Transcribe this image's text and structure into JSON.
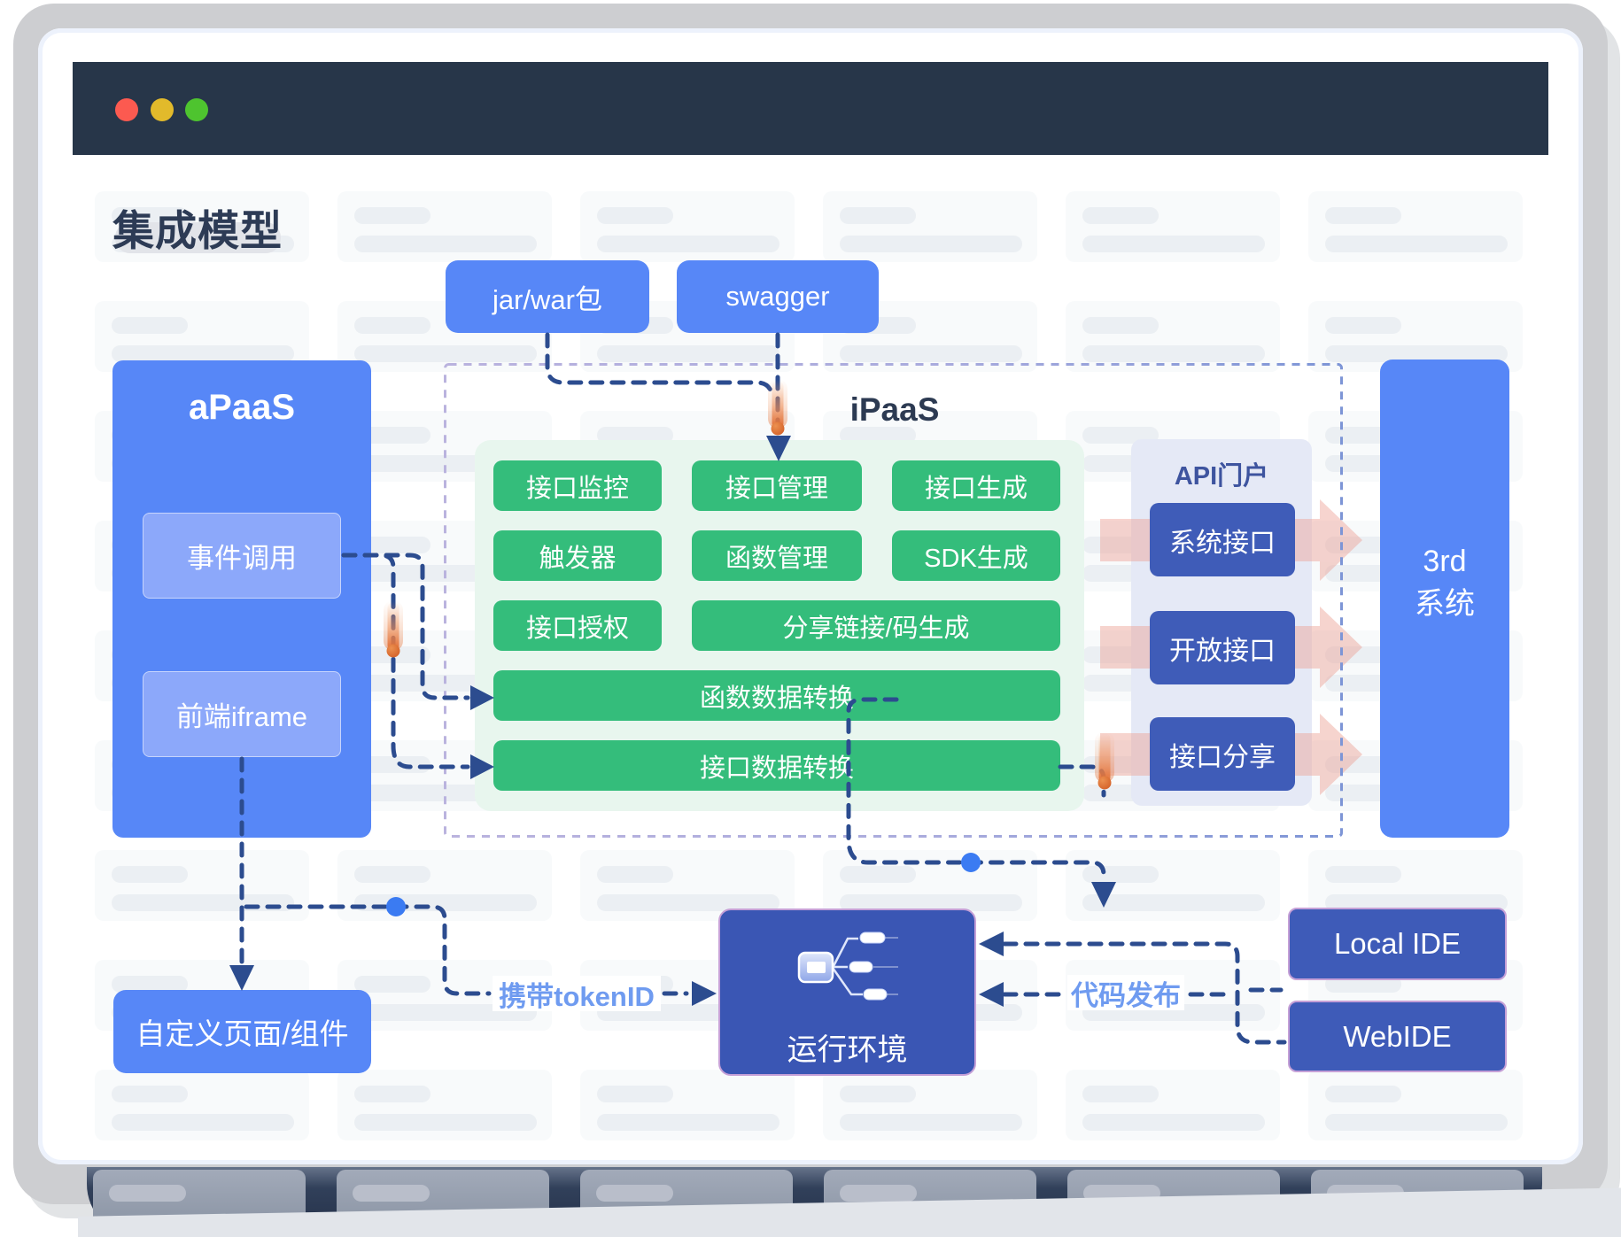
{
  "titlebar": {
    "dot_colors": {
      "close": "#fc5a50",
      "minimize": "#e2ba2b",
      "zoom": "#4ec42f"
    }
  },
  "page": {
    "title": "集成模型"
  },
  "diagram": {
    "sources": {
      "jar": "jar/war包",
      "swagger": "swagger"
    },
    "apaas": {
      "title": "aPaaS",
      "event_call": "事件调用",
      "front_iframe": "前端iframe"
    },
    "ipaas": {
      "title": "iPaaS",
      "modules": {
        "monitor": "接口监控",
        "manage": "接口管理",
        "generate": "接口生成",
        "trigger": "触发器",
        "func_manage": "函数管理",
        "sdk": "SDK生成",
        "auth": "接口授权",
        "share_link": "分享链接/码生成",
        "func_transform": "函数数据转换",
        "api_transform": "接口数据转换"
      },
      "api_portal": {
        "title": "API门户",
        "system_api": "系统接口",
        "open_api": "开放接口",
        "api_share": "接口分享"
      }
    },
    "third_system": {
      "line1": "3rd",
      "line2": "系统"
    },
    "runtime": {
      "title": "运行环境"
    },
    "ide": {
      "local": "Local IDE",
      "web": "WebIDE"
    },
    "custom_page": "自定义页面/组件",
    "flow_labels": {
      "token": "携带tokenID",
      "deploy": "代码发布"
    }
  },
  "colors": {
    "accent_blue": "#5787f7",
    "green": "#34bd7b",
    "navy_box": "#3f5cb8",
    "dash_line": "#2c4c8f",
    "label_blue": "#6f9bf0",
    "header": "#273649",
    "pink_arrow": "#f0a89e",
    "orange_comet": "#dd6a33"
  }
}
